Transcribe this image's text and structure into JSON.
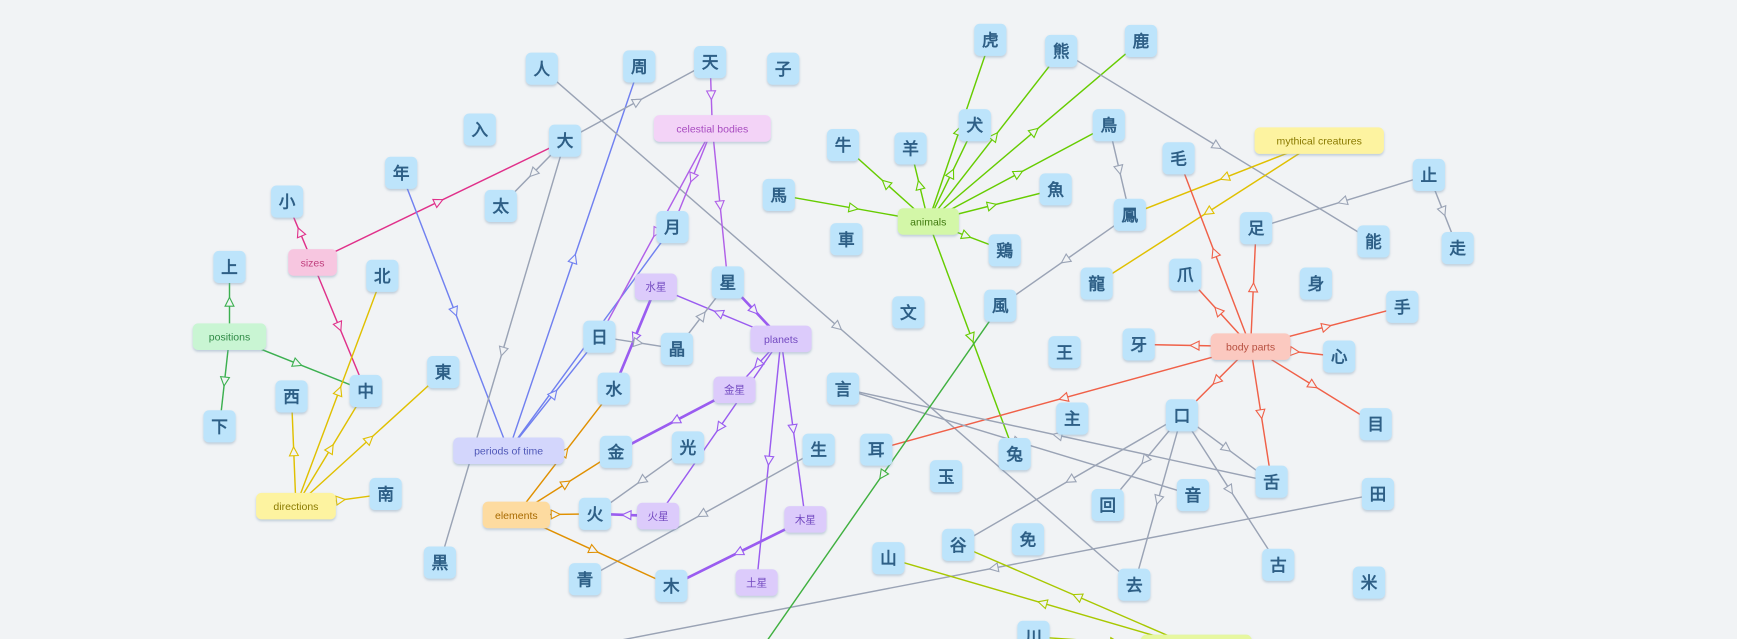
{
  "kanji_style": {
    "fill": "#bde4fb",
    "text": "#2d5f86"
  },
  "nodes": [
    {
      "id": "人",
      "label": "人"
    },
    {
      "id": "周",
      "label": "周"
    },
    {
      "id": "天",
      "label": "天"
    },
    {
      "id": "子",
      "label": "子"
    },
    {
      "id": "入",
      "label": "入"
    },
    {
      "id": "大",
      "label": "大"
    },
    {
      "id": "年",
      "label": "年"
    },
    {
      "id": "太",
      "label": "太"
    },
    {
      "id": "小",
      "label": "小"
    },
    {
      "id": "上",
      "label": "上"
    },
    {
      "id": "北",
      "label": "北"
    },
    {
      "id": "下",
      "label": "下"
    },
    {
      "id": "西",
      "label": "西"
    },
    {
      "id": "中",
      "label": "中"
    },
    {
      "id": "東",
      "label": "東"
    },
    {
      "id": "南",
      "label": "南"
    },
    {
      "id": "月",
      "label": "月"
    },
    {
      "id": "星",
      "label": "星"
    },
    {
      "id": "日",
      "label": "日"
    },
    {
      "id": "晶",
      "label": "晶"
    },
    {
      "id": "水",
      "label": "水"
    },
    {
      "id": "金",
      "label": "金"
    },
    {
      "id": "光",
      "label": "光"
    },
    {
      "id": "火",
      "label": "火"
    },
    {
      "id": "生",
      "label": "生"
    },
    {
      "id": "黒",
      "label": "黒"
    },
    {
      "id": "青",
      "label": "青"
    },
    {
      "id": "木",
      "label": "木"
    },
    {
      "id": "牛",
      "label": "牛"
    },
    {
      "id": "羊",
      "label": "羊"
    },
    {
      "id": "犬",
      "label": "犬"
    },
    {
      "id": "虎",
      "label": "虎"
    },
    {
      "id": "熊",
      "label": "熊"
    },
    {
      "id": "鹿",
      "label": "鹿"
    },
    {
      "id": "鳥",
      "label": "鳥"
    },
    {
      "id": "魚",
      "label": "魚"
    },
    {
      "id": "馬",
      "label": "馬"
    },
    {
      "id": "車",
      "label": "車"
    },
    {
      "id": "鶏",
      "label": "鶏"
    },
    {
      "id": "文",
      "label": "文"
    },
    {
      "id": "風",
      "label": "風"
    },
    {
      "id": "龍",
      "label": "龍"
    },
    {
      "id": "鳳",
      "label": "鳳"
    },
    {
      "id": "毛",
      "label": "毛"
    },
    {
      "id": "足",
      "label": "足"
    },
    {
      "id": "止",
      "label": "止"
    },
    {
      "id": "走",
      "label": "走"
    },
    {
      "id": "能",
      "label": "能"
    },
    {
      "id": "爪",
      "label": "爪"
    },
    {
      "id": "身",
      "label": "身"
    },
    {
      "id": "手",
      "label": "手"
    },
    {
      "id": "牙",
      "label": "牙"
    },
    {
      "id": "王",
      "label": "王"
    },
    {
      "id": "心",
      "label": "心"
    },
    {
      "id": "言",
      "label": "言"
    },
    {
      "id": "耳",
      "label": "耳"
    },
    {
      "id": "主",
      "label": "主"
    },
    {
      "id": "口",
      "label": "口"
    },
    {
      "id": "目",
      "label": "目"
    },
    {
      "id": "兔",
      "label": "兔"
    },
    {
      "id": "玉",
      "label": "玉"
    },
    {
      "id": "回",
      "label": "回"
    },
    {
      "id": "音",
      "label": "音"
    },
    {
      "id": "舌",
      "label": "舌"
    },
    {
      "id": "田",
      "label": "田"
    },
    {
      "id": "谷",
      "label": "谷"
    },
    {
      "id": "免",
      "label": "免"
    },
    {
      "id": "山",
      "label": "山"
    },
    {
      "id": "去",
      "label": "去"
    },
    {
      "id": "古",
      "label": "古"
    },
    {
      "id": "米",
      "label": "米"
    },
    {
      "id": "川",
      "label": "川"
    },
    {
      "id": "celestial",
      "label": "celestial bodies",
      "cat": true,
      "fill": "#f3d3f7",
      "color": "#a84cc0"
    },
    {
      "id": "sizes",
      "label": "sizes",
      "cat": true,
      "fill": "#f7c6e0",
      "color": "#c0407e"
    },
    {
      "id": "positions",
      "label": "positions",
      "cat": true,
      "fill": "#c9f5d3",
      "color": "#2f8a45"
    },
    {
      "id": "directions",
      "label": "directions",
      "cat": true,
      "fill": "#fdf3a0",
      "color": "#8a7a00"
    },
    {
      "id": "periods",
      "label": "periods of time",
      "cat": true,
      "fill": "#d3d6fc",
      "color": "#5058b8"
    },
    {
      "id": "planets",
      "label": "planets",
      "cat": true,
      "fill": "#dccbfb",
      "color": "#7248c0"
    },
    {
      "id": "水星",
      "label": "水星",
      "cat": true,
      "fill": "#dccbfb",
      "color": "#7248c0"
    },
    {
      "id": "金星",
      "label": "金星",
      "cat": true,
      "fill": "#dccbfb",
      "color": "#7248c0"
    },
    {
      "id": "火星",
      "label": "火星",
      "cat": true,
      "fill": "#dccbfb",
      "color": "#7248c0"
    },
    {
      "id": "木星",
      "label": "木星",
      "cat": true,
      "fill": "#dccbfb",
      "color": "#7248c0"
    },
    {
      "id": "土星",
      "label": "土星",
      "cat": true,
      "fill": "#dccbfb",
      "color": "#7248c0"
    },
    {
      "id": "elements",
      "label": "elements",
      "cat": true,
      "fill": "#fddba0",
      "color": "#a86a00"
    },
    {
      "id": "animals",
      "label": "animals",
      "cat": true,
      "fill": "#d3f7a8",
      "color": "#3f7a10"
    },
    {
      "id": "mythical",
      "label": "mythical creatures",
      "cat": true,
      "fill": "#fdf3a0",
      "color": "#8a7a00"
    },
    {
      "id": "body",
      "label": "body parts",
      "cat": true,
      "fill": "#fbc9c0",
      "color": "#b85040"
    },
    {
      "id": "bottomcat",
      "label": "",
      "cat": true,
      "fill": "#e6f7a0",
      "color": "#7a8a00"
    }
  ],
  "edges": [
    [
      "sizes",
      "小",
      "#e0308a"
    ],
    [
      "sizes",
      "大",
      "#e0308a"
    ],
    [
      "sizes",
      "中",
      "#e0308a"
    ],
    [
      "positions",
      "上",
      "#3cb050"
    ],
    [
      "positions",
      "下",
      "#3cb050"
    ],
    [
      "positions",
      "中",
      "#3cb050"
    ],
    [
      "directions",
      "西",
      "#e0c000"
    ],
    [
      "directions",
      "北",
      "#e0c000"
    ],
    [
      "directions",
      "中",
      "#e0c000"
    ],
    [
      "directions",
      "東",
      "#e0c000"
    ],
    [
      "directions",
      "南",
      "#e0c000"
    ],
    [
      "年",
      "periods",
      "#7080f0"
    ],
    [
      "periods",
      "周",
      "#7080f0"
    ],
    [
      "periods",
      "月",
      "#7080f0"
    ],
    [
      "periods",
      "日",
      "#7080f0"
    ],
    [
      "大",
      "天",
      "#9aa3b5"
    ],
    [
      "大",
      "太",
      "#9aa3b5"
    ],
    [
      "大",
      "黒",
      "#9aa3b5"
    ],
    [
      "人",
      "去",
      "#9aa3b5"
    ],
    [
      "天",
      "celestial",
      "#b060e8"
    ],
    [
      "celestial",
      "星",
      "#b060e8"
    ],
    [
      "celestial",
      "月",
      "#b060e8"
    ],
    [
      "celestial",
      "日",
      "#b060e8"
    ],
    [
      "planets",
      "水星",
      "#9a5cf0"
    ],
    [
      "星",
      "planets",
      "#9a5cf0"
    ],
    [
      "planets",
      "金星",
      "#9a5cf0"
    ],
    [
      "planets",
      "火星",
      "#9a5cf0"
    ],
    [
      "planets",
      "木星",
      "#9a5cf0"
    ],
    [
      "planets",
      "土星",
      "#9a5cf0"
    ],
    [
      "水星",
      "水",
      "#9a5cf0"
    ],
    [
      "金星",
      "金",
      "#9a5cf0"
    ],
    [
      "火星",
      "火",
      "#9a5cf0"
    ],
    [
      "木星",
      "木",
      "#9a5cf0"
    ],
    [
      "日",
      "晶",
      "#9aa3b5"
    ],
    [
      "晶",
      "星",
      "#9aa3b5"
    ],
    [
      "光",
      "火",
      "#9aa3b5"
    ],
    [
      "生",
      "青",
      "#9aa3b5"
    ],
    [
      "elements",
      "水",
      "#e09000"
    ],
    [
      "elements",
      "金",
      "#e09000"
    ],
    [
      "elements",
      "火",
      "#e09000"
    ],
    [
      "elements",
      "木",
      "#e09000"
    ],
    [
      "馬",
      "animals",
      "#66cc00"
    ],
    [
      "animals",
      "牛",
      "#66cc00"
    ],
    [
      "animals",
      "羊",
      "#66cc00"
    ],
    [
      "animals",
      "犬",
      "#66cc00"
    ],
    [
      "animals",
      "虎",
      "#66cc00"
    ],
    [
      "animals",
      "熊",
      "#66cc00"
    ],
    [
      "animals",
      "鹿",
      "#66cc00"
    ],
    [
      "animals",
      "鳥",
      "#66cc00"
    ],
    [
      "animals",
      "魚",
      "#66cc00"
    ],
    [
      "animals",
      "鶏",
      "#66cc00"
    ],
    [
      "animals",
      "兔",
      "#66cc00"
    ],
    [
      "熊",
      "能",
      "#9aa3b5"
    ],
    [
      "鳥",
      "鳳",
      "#9aa3b5"
    ],
    [
      "鳳",
      "風",
      "#9aa3b5"
    ],
    [
      "mythical",
      "鳳",
      "#e0c000"
    ],
    [
      "mythical",
      "龍",
      "#e0c000"
    ],
    [
      "止",
      "足",
      "#9aa3b5"
    ],
    [
      "止",
      "走",
      "#9aa3b5"
    ],
    [
      "body",
      "毛",
      "#f06048"
    ],
    [
      "body",
      "足",
      "#f06048"
    ],
    [
      "body",
      "爪",
      "#f06048"
    ],
    [
      "body",
      "手",
      "#f06048"
    ],
    [
      "body",
      "牙",
      "#f06048"
    ],
    [
      "body",
      "心",
      "#f06048"
    ],
    [
      "body",
      "耳",
      "#f06048"
    ],
    [
      "body",
      "口",
      "#f06048"
    ],
    [
      "body",
      "目",
      "#f06048"
    ],
    [
      "body",
      "舌",
      "#f06048"
    ],
    [
      "言",
      "音",
      "#9aa3b5"
    ],
    [
      "舌",
      "言",
      "#9aa3b5"
    ],
    [
      "口",
      "谷",
      "#9aa3b5"
    ],
    [
      "口",
      "回",
      "#9aa3b5"
    ],
    [
      "口",
      "去",
      "#9aa3b5"
    ],
    [
      "口",
      "舌",
      "#9aa3b5"
    ],
    [
      "口",
      "古",
      "#9aa3b5"
    ],
    [
      "田",
      "bottomleft",
      "#9aa3b5"
    ],
    [
      "風",
      "bottomgreen",
      "#40b040"
    ],
    [
      "bottomcat",
      "山",
      "#a8c800"
    ],
    [
      "bottomcat",
      "谷",
      "#a8c800"
    ],
    [
      "川",
      "bottomcat",
      "#a8c800"
    ]
  ]
}
